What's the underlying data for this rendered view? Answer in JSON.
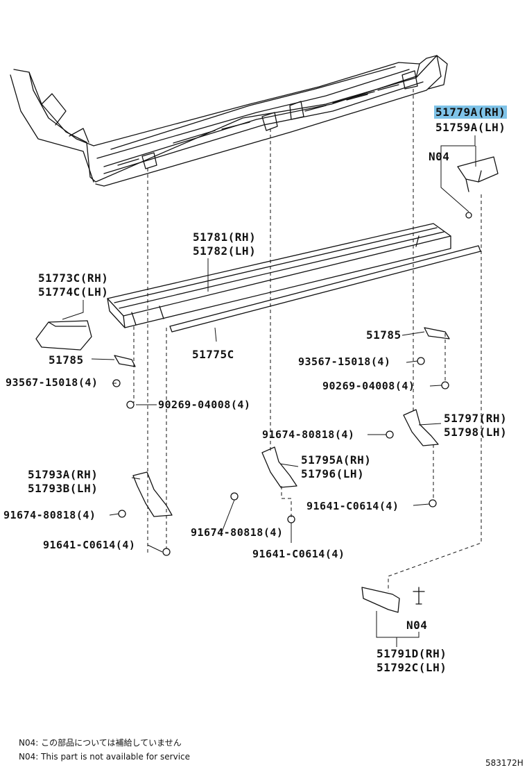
{
  "labels": {
    "p51779a": "51779A(RH)",
    "p51759a": "51759A(LH)",
    "n04_top": "N04",
    "p51781": "51781(RH)",
    "p51782": "51782(LH)",
    "p51773c": "51773C(RH)",
    "p51774c": "51774C(LH)",
    "p51785_left": "51785",
    "p51785_right": "51785",
    "p51775c": "51775C",
    "p93567_left": "93567-15018(4)",
    "p93567_right": "93567-15018(4)",
    "p90269_left": "90269-04008(4)",
    "p90269_right": "90269-04008(4)",
    "p91674_mid": "91674-80818(4)",
    "p91674_left": "91674-80818(4)",
    "p91674_bottom": "91674-80818(4)",
    "p51797": "51797(RH)",
    "p51798": "51798(LH)",
    "p51795a": "51795A(RH)",
    "p51796": "51796(LH)",
    "p51793a": "51793A(RH)",
    "p51793b": "51793B(LH)",
    "p91641_right": "91641-C0614(4)",
    "p91641_left": "91641-C0614(4)",
    "p91641_mid": "91641-C0614(4)",
    "n04_bottom": "N04",
    "p51791d": "51791D(RH)",
    "p51792c": "51792C(LH)"
  },
  "notes": {
    "jp": "N04: この部品については補給していません",
    "en": "N04: This part is not available for service"
  },
  "ref": "583172H",
  "colors": {
    "highlight": "#7fc3e8",
    "line": "#111111"
  }
}
